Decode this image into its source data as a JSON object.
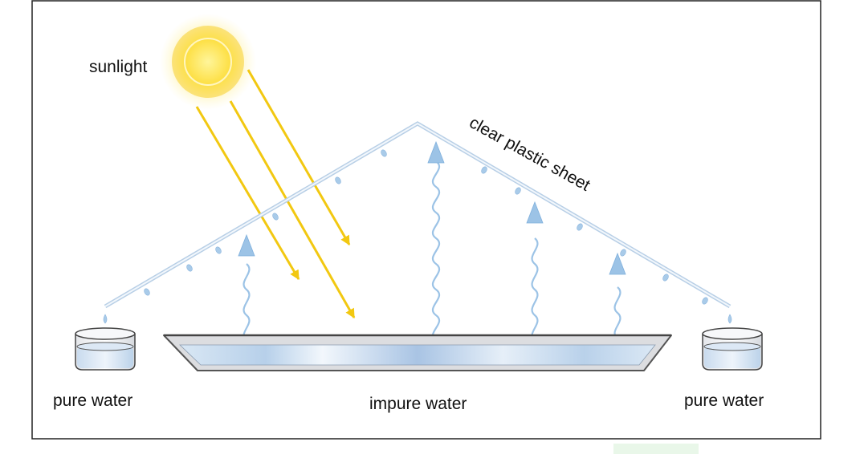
{
  "labels": {
    "sunlight": "sunlight",
    "sheet": "clear plastic sheet",
    "impure": "impure water",
    "pure_left": "pure water",
    "pure_right": "pure water"
  },
  "colors": {
    "frame": "#222222",
    "sun_core": "#fde047",
    "sun_glow": "#fff7c2",
    "sun_ray": "#f2c811",
    "vapor_arrow": "#9cc3e6",
    "sheet": "#c9dcee",
    "droplet": "#a9cbe9",
    "basin_edge": "#555555",
    "water": "#aecbe8",
    "beaker": "#f4f4f4",
    "stray_patch": "#e9f7e9"
  }
}
